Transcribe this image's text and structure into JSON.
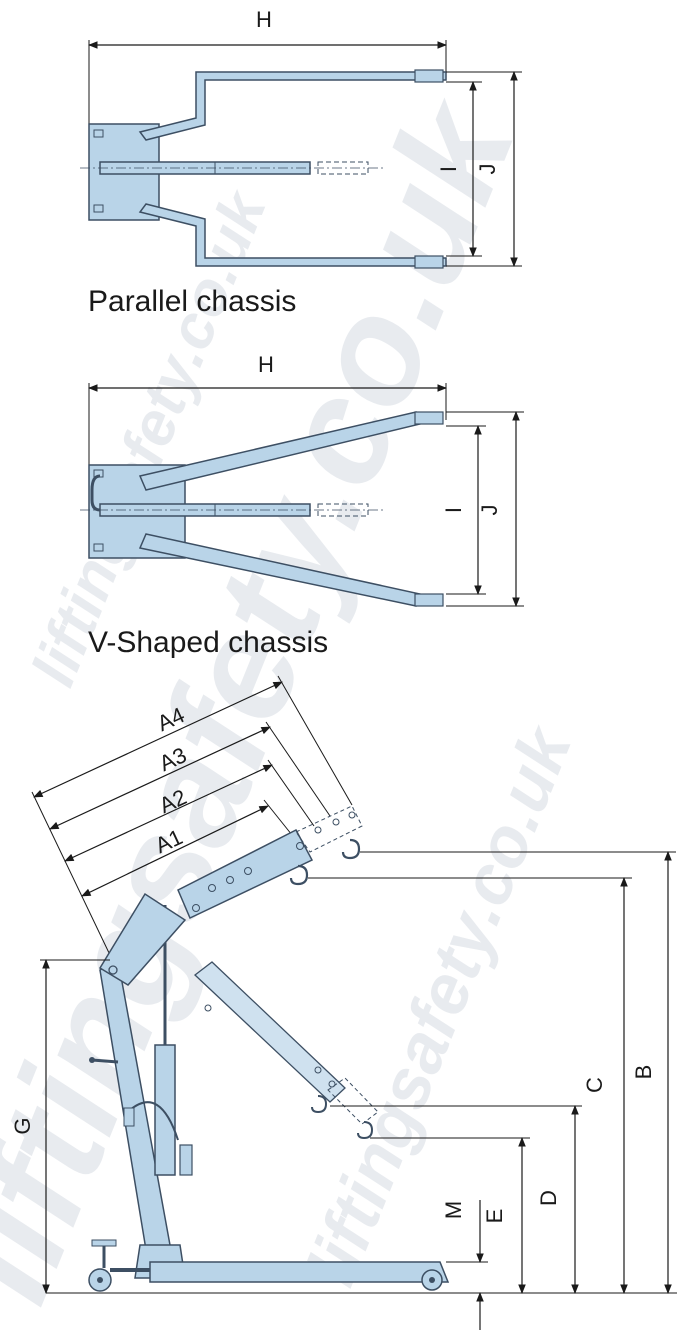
{
  "watermark": "liftingsafety.co.uk",
  "parallel": {
    "caption": "Parallel chassis",
    "dim_h": "H",
    "dim_i": "I",
    "dim_j": "J"
  },
  "vshaped": {
    "caption": "V-Shaped chassis",
    "dim_h": "H",
    "dim_i": "I",
    "dim_j": "J"
  },
  "side": {
    "dim_a1": "A1",
    "dim_a2": "A2",
    "dim_a3": "A3",
    "dim_a4": "A4",
    "dim_b": "B",
    "dim_c": "C",
    "dim_d": "D",
    "dim_e": "E",
    "dim_g": "G",
    "dim_m": "M"
  },
  "colors": {
    "part_fill": "#b9d4e8",
    "part_stroke": "#3d4f63",
    "line": "#1a1a1a"
  }
}
